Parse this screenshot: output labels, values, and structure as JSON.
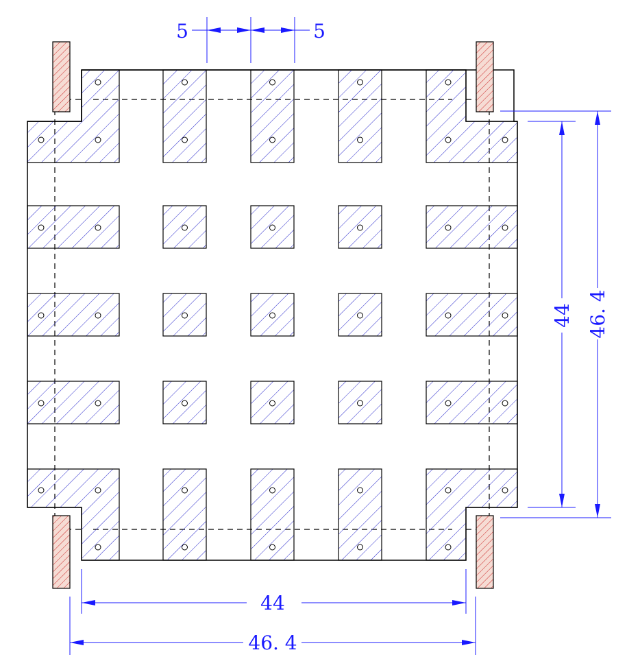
{
  "dimensions": {
    "top_left_gap": "5",
    "top_right_gap": "5",
    "bottom_inner": "44",
    "bottom_outer": "46. 4",
    "right_inner": "44",
    "right_outer": "46. 4"
  },
  "colors": {
    "outline": "#000000",
    "hatch": "#2a2acc",
    "dimension": "#1a1aff",
    "clip_fill": "#f3d2c8",
    "clip_hatch": "#cc2a2a"
  },
  "layout": {
    "pad_columns": 5,
    "pad_rows": 5,
    "side_clips": 4
  }
}
